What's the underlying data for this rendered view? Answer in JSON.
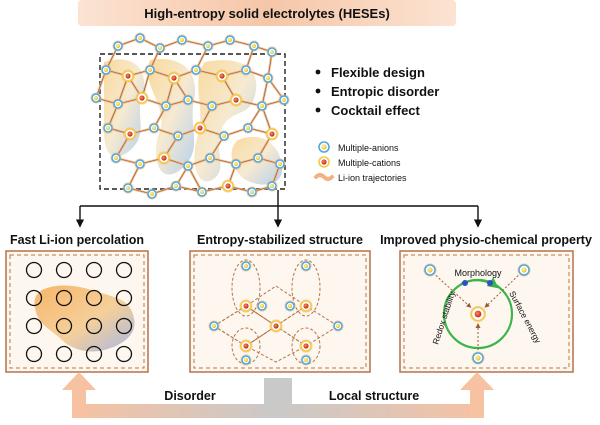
{
  "title": "High-entropy solid electrolytes (HESEs)",
  "features": [
    "Flexible design",
    "Entropic disorder",
    "Cocktail effect"
  ],
  "legend": {
    "anions": "Multiple-anions",
    "cations": "Multiple-cations",
    "trajectories": "Li-ion trajectories"
  },
  "panels": {
    "left_title": "Fast Li-ion percolation",
    "middle_title": "Entropy-stabilized structure",
    "right_title": "Improved physio-chemical property"
  },
  "right_labels": {
    "morphology": "Morphology",
    "surface_energy": "Surface energy",
    "redox_stability": "Redox stability"
  },
  "bottom": {
    "disorder": "Disorder",
    "local_structure": "Local structure"
  },
  "colors": {
    "banner": "#f6c6a8",
    "panel_border": "#b5744a",
    "panel_fill": "#fdf7ef",
    "anion_core": "#f2d13a",
    "anion_ring": "#4fa9d6",
    "cation_core": "#e23c2a",
    "cation_ring": "#f3cd3d",
    "trajectory": "#f3b27f",
    "green_circle": "#3bb54a",
    "arrow_grey": "#c9c9c9"
  }
}
